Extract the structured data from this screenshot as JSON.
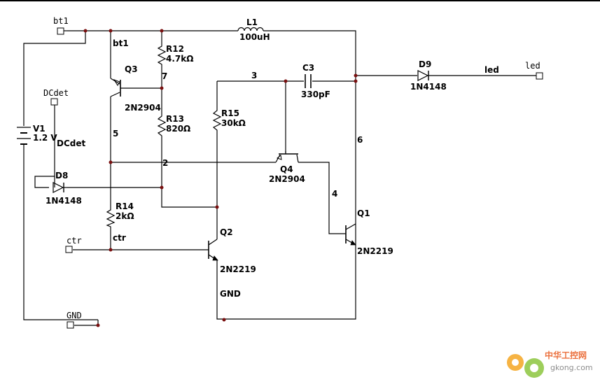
{
  "ports": {
    "bt1": "bt1",
    "dcdet": "DCdet",
    "ctr": "ctr",
    "gnd": "GND",
    "led": "led"
  },
  "components": {
    "v1": {
      "ref": "V1",
      "value": "1.2 V"
    },
    "l1": {
      "ref": "L1",
      "value": "100uH"
    },
    "r12": {
      "ref": "R12",
      "value": "4.7kΩ"
    },
    "r13": {
      "ref": "R13",
      "value": "820Ω"
    },
    "r14": {
      "ref": "R14",
      "value": "2kΩ"
    },
    "r15": {
      "ref": "R15",
      "value": "30kΩ"
    },
    "c3": {
      "ref": "C3",
      "value": "330pF"
    },
    "d8": {
      "ref": "D8",
      "value": "1N4148"
    },
    "d9": {
      "ref": "D9",
      "value": "1N4148"
    },
    "q1": {
      "ref": "Q1",
      "value": "2N2219"
    },
    "q2": {
      "ref": "Q2",
      "value": "2N2219"
    },
    "q3": {
      "ref": "Q3",
      "value": "2N2904"
    },
    "q4": {
      "ref": "Q4",
      "value": "2N2904"
    }
  },
  "nets": {
    "bt1": "bt1",
    "dcdet": "DCdet",
    "ctr": "ctr",
    "gnd": "GND",
    "led": "led",
    "n2": "2",
    "n3": "3",
    "n4": "4",
    "n5": "5",
    "n6": "6",
    "n7": "7"
  },
  "watermark": "中华工控网 gkong.com"
}
